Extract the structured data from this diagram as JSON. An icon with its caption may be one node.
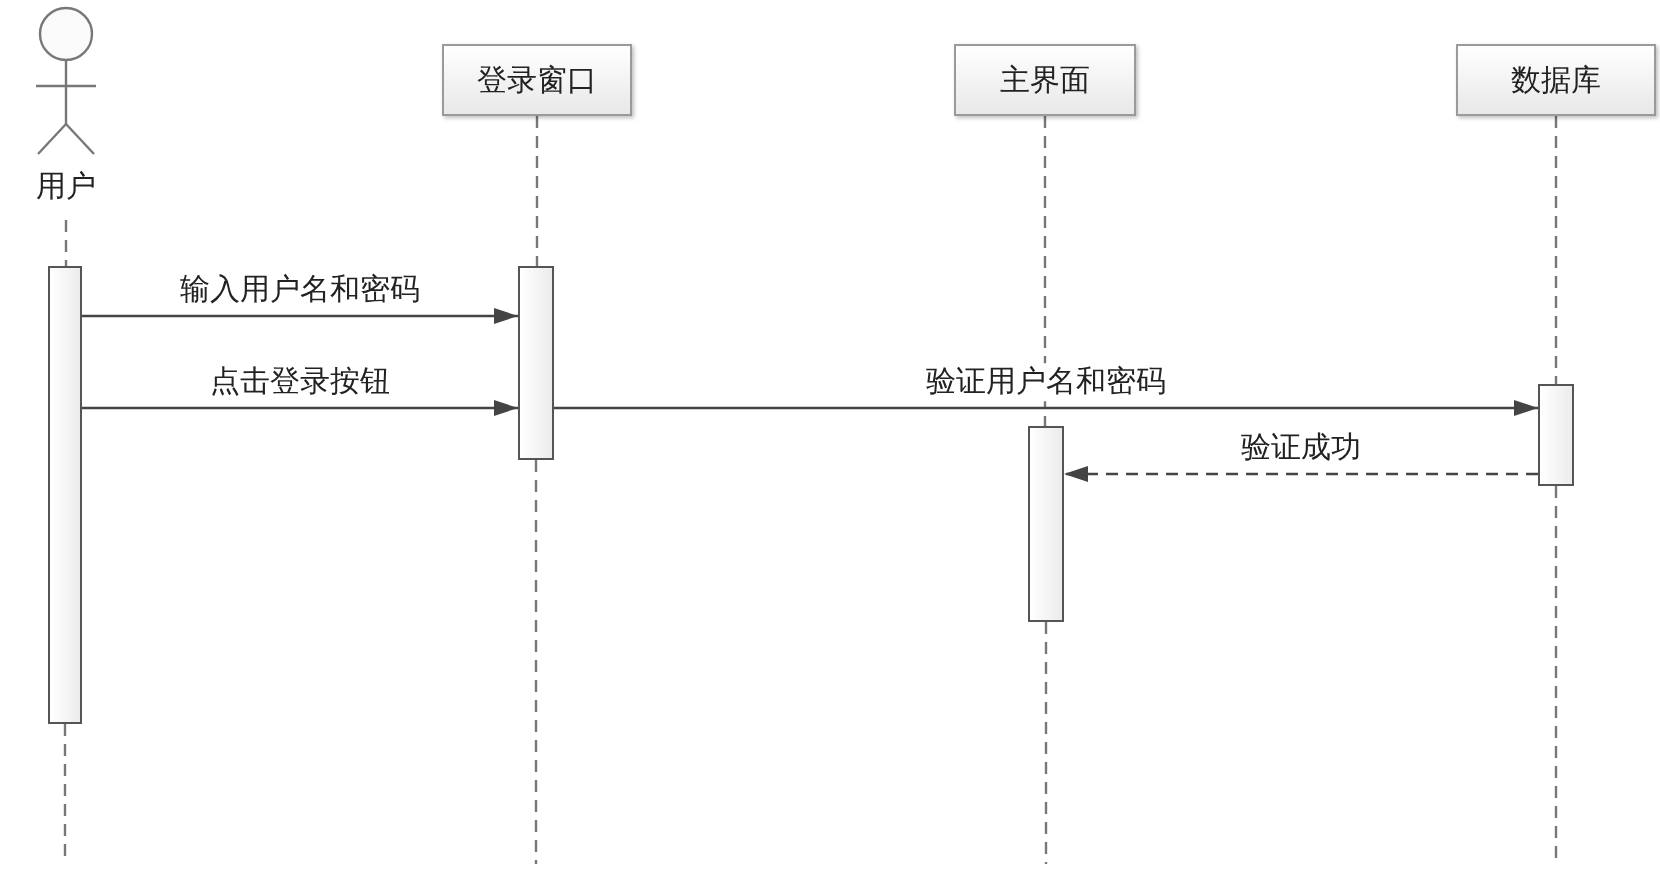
{
  "diagram": {
    "nodes": [
      {
        "text": [
          "用户"
        ]
      },
      {
        "text": [
          "登录窗口"
        ]
      },
      {
        "text": [
          "主界面"
        ]
      },
      {
        "text": [
          "数据库"
        ]
      },
      {
        "text": [],
        "shape": "bar"
      },
      {
        "text": [],
        "shape": "bar"
      },
      {
        "text": [],
        "shape": "bar"
      },
      {
        "text": [],
        "shape": "bar"
      }
    ],
    "edges": [
      {
        "from": 0,
        "to": 4,
        "arrow": "none",
        "style": "dashed"
      },
      {
        "from": 4,
        "to": null,
        "arrow": "none",
        "style": "dashed"
      },
      {
        "from": 1,
        "to": 5,
        "arrow": "none",
        "style": "dashed"
      },
      {
        "from": 5,
        "to": null,
        "arrow": "none",
        "style": "dashed"
      },
      {
        "from": 2,
        "to": 6,
        "arrow": "none",
        "style": "dashed"
      },
      {
        "from": 6,
        "to": null,
        "arrow": "none",
        "style": "dashed"
      },
      {
        "from": 3,
        "to": 7,
        "arrow": "none",
        "style": "dashed"
      },
      {
        "from": 7,
        "to": null,
        "arrow": "none",
        "style": "dashed"
      },
      {
        "from": 4,
        "to": 5,
        "label": "输入用户名和密码",
        "arrow": "to"
      },
      {
        "from": 4,
        "to": 5,
        "label": "点击登录按钮",
        "arrow": "to"
      },
      {
        "from": 5,
        "to": 7,
        "label": "验证用户名和密码",
        "arrow": "to"
      },
      {
        "from": 7,
        "to": 6,
        "label": "验证成功",
        "arrow": "to",
        "style": "dashed"
      }
    ]
  }
}
